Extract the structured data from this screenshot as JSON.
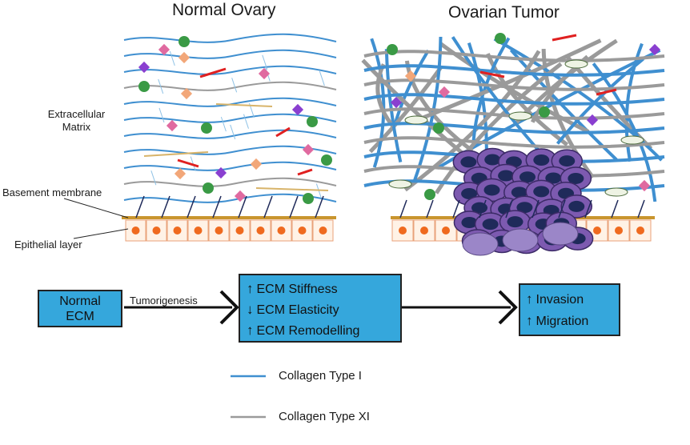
{
  "titles": {
    "left": "Normal Ovary",
    "right": "Ovarian Tumor"
  },
  "labels": {
    "ecm_line1": "Extracellular",
    "ecm_line2": "Matrix",
    "basement": "Basement membrane",
    "epithelial": "Epithelial layer"
  },
  "flow": {
    "normal_line1": "Normal",
    "normal_line2": "ECM",
    "tumorigenesis": "Tumorigenesis",
    "changes": [
      {
        "dir": "↑",
        "text": "ECM Stiffness"
      },
      {
        "dir": "↓",
        "text": "ECM Elasticity"
      },
      {
        "dir": "↑",
        "text": "ECM Remodelling"
      }
    ],
    "outcomes": [
      {
        "dir": "↑",
        "text": "Invasion"
      },
      {
        "dir": "↑",
        "text": "Migration"
      }
    ]
  },
  "legend": [
    {
      "label": "Collagen Type I",
      "color": "#3f8fd0"
    },
    {
      "label": "Collagen Type XI",
      "color": "#9a9a9a"
    }
  ],
  "colors": {
    "collagen1": "#3f8fd0",
    "collagen11": "#9a9a9a",
    "box": "#35a7dc",
    "membrane": "#c9952e",
    "nucleus": "#ef6a1f",
    "tumor": "#7d5ab0"
  }
}
